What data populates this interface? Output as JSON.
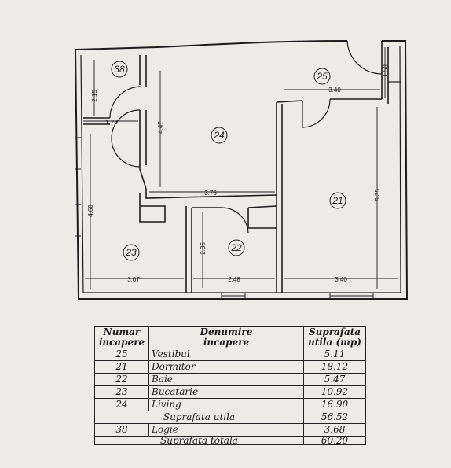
{
  "plan": {
    "rooms": [
      {
        "id": "38"
      },
      {
        "id": "25"
      },
      {
        "id": "24"
      },
      {
        "id": "21"
      },
      {
        "id": "23"
      },
      {
        "id": "22"
      }
    ],
    "dimensions": {
      "d_215": "2.15",
      "d_176": "1.76",
      "d_447": "4.47",
      "d_340_top": "3.40",
      "d_150": "1.50",
      "d_376": "3.76",
      "d_535": "5.35",
      "d_460": "4.60",
      "d_236": "2.36",
      "d_307": "3.07",
      "d_248": "2.48",
      "d_340_bottom": "3.40"
    }
  },
  "table": {
    "headers": {
      "num_1": "Numar",
      "num_2": "incapere",
      "name_1": "Denumire",
      "name_2": "incapere",
      "area_1": "Suprafata",
      "area_2": "utila  (mp)"
    },
    "rows": [
      {
        "num": "25",
        "name": "Vestibul",
        "area": "5.11"
      },
      {
        "num": "21",
        "name": "Dormitor",
        "area": "18.12"
      },
      {
        "num": "22",
        "name": "Baie",
        "area": "5.47"
      },
      {
        "num": "23",
        "name": "Bucatarie",
        "area": "10.92"
      },
      {
        "num": "24",
        "name": "Living",
        "area": "16.90"
      }
    ],
    "subtotal": {
      "label": "Suprafata utila",
      "area": "56.52"
    },
    "extra": {
      "num": "38",
      "name": "Logie",
      "area": "3.68"
    },
    "total": {
      "label": "Suprafata totala",
      "area": "60.20"
    }
  }
}
